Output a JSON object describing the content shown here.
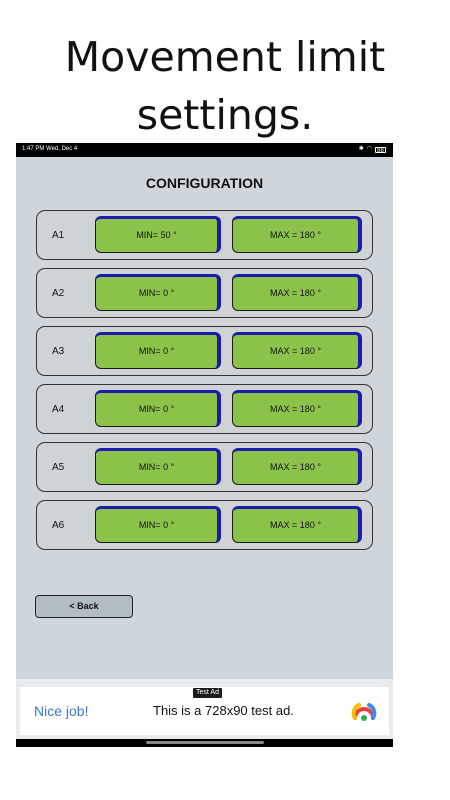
{
  "headline": {
    "line1": "Movement limit",
    "line2": "settings."
  },
  "status_bar": {
    "time": "1:47 PM Wed, Dec 4",
    "battery": "88"
  },
  "screen": {
    "title": "CONFIGURATION",
    "axes": [
      {
        "label": "A1",
        "min": "MIN= 50 °",
        "max": "MAX = 180 °"
      },
      {
        "label": "A2",
        "min": "MIN= 0 °",
        "max": "MAX = 180 °"
      },
      {
        "label": "A3",
        "min": "MIN= 0 °",
        "max": "MAX = 180 °"
      },
      {
        "label": "A4",
        "min": "MIN= 0 °",
        "max": "MAX = 180 °"
      },
      {
        "label": "A5",
        "min": "MIN= 0 °",
        "max": "MAX = 180 °"
      },
      {
        "label": "A6",
        "min": "MIN= 0 °",
        "max": "MAX = 180 °"
      }
    ],
    "back_label": "< Back"
  },
  "ad": {
    "tag": "Test Ad",
    "nice": "Nice job!",
    "text": "This is a 728x90 test ad.",
    "icon": "admob-logo-icon"
  },
  "colors": {
    "screen_bg": "#ced6dc",
    "button_green": "#8bc34a",
    "button_shadow_blue": "#1c1bb0",
    "ad_link_blue": "#3b78c9"
  }
}
